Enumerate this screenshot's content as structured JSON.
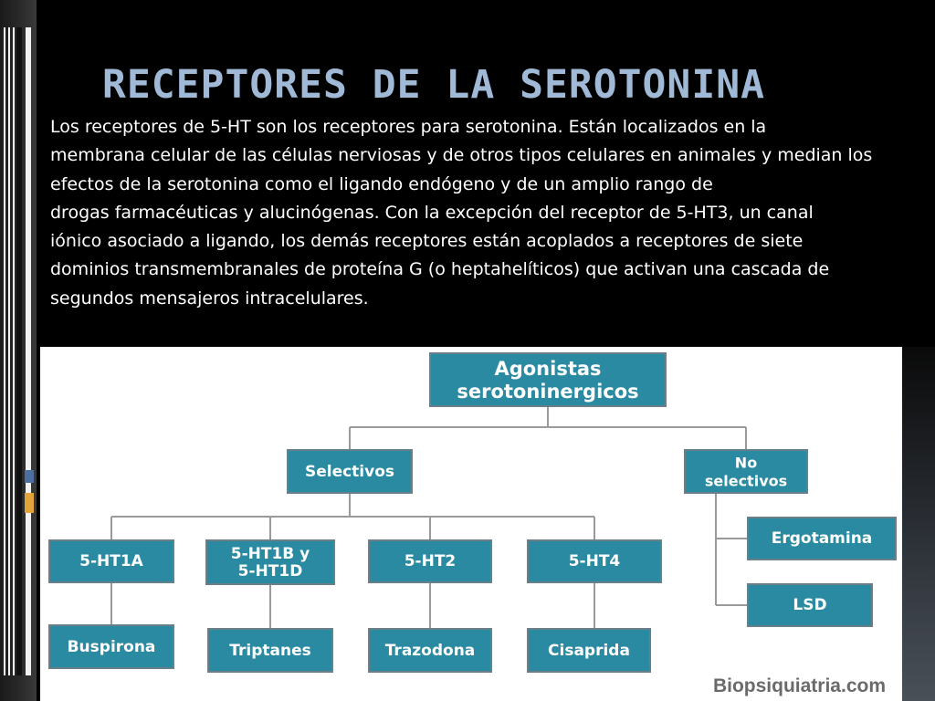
{
  "title": "RECEPTORES DE LA SEROTONINA",
  "body_lines": [
    "Los receptores de 5-HT son los receptores para serotonina. Están localizados en la",
    "membrana celular de las células nerviosas y de otros tipos celulares en animales y median los",
    "efectos de la serotonina como el ligando endógeno y de un amplio rango de",
    "drogas farmacéuticas y alucinógenas. Con la excepción del receptor de 5-HT3, un canal",
    "iónico asociado a ligando, los demás receptores están acoplados a receptores de siete",
    "dominios transmembranales de proteína G (o heptahelíticos) que activan una cascada de",
    "segundos mensajeros intracelulares."
  ],
  "diagram": {
    "root": [
      "Agonistas",
      "serotoninergicos"
    ],
    "selective": "Selectivos",
    "non_selective": [
      "No",
      "selectivos"
    ],
    "receptors": [
      {
        "label": [
          "5-HT1A"
        ],
        "drug": "Buspirona"
      },
      {
        "label": [
          "5-HT1B y",
          "5-HT1D"
        ],
        "drug": "Triptanes"
      },
      {
        "label": [
          "5-HT2"
        ],
        "drug": "Trazodona"
      },
      {
        "label": [
          "5-HT4"
        ],
        "drug": "Cisaprida"
      }
    ],
    "non_selective_drugs": [
      "Ergotamina",
      "LSD"
    ]
  },
  "credit": "Biopsiquiatria.com",
  "colors": {
    "node_fill": "#2a8aa1",
    "title": "#9fb9d6"
  }
}
